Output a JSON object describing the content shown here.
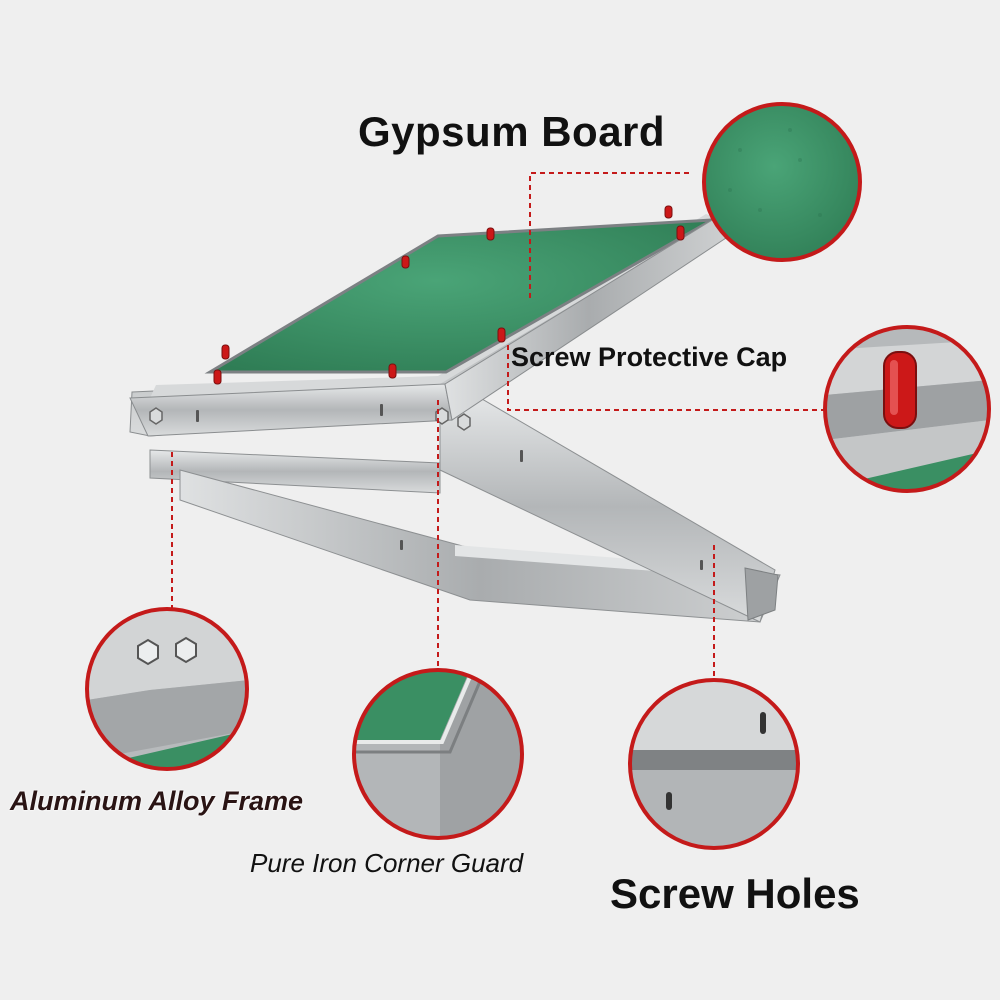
{
  "labels": {
    "gypsum_board": "Gypsum Board",
    "screw_protective_cap": "Screw Protective Cap",
    "aluminum_alloy_frame": "Aluminum Alloy Frame",
    "pure_iron_corner_guard": "Pure Iron Corner Guard",
    "screw_holes": "Screw Holes"
  },
  "colors": {
    "background": "#efefef",
    "board_green": "#3a8f63",
    "frame_silver": "#b9bcbe",
    "leader_red": "#c41a1a",
    "cap_red": "#cc1818"
  }
}
